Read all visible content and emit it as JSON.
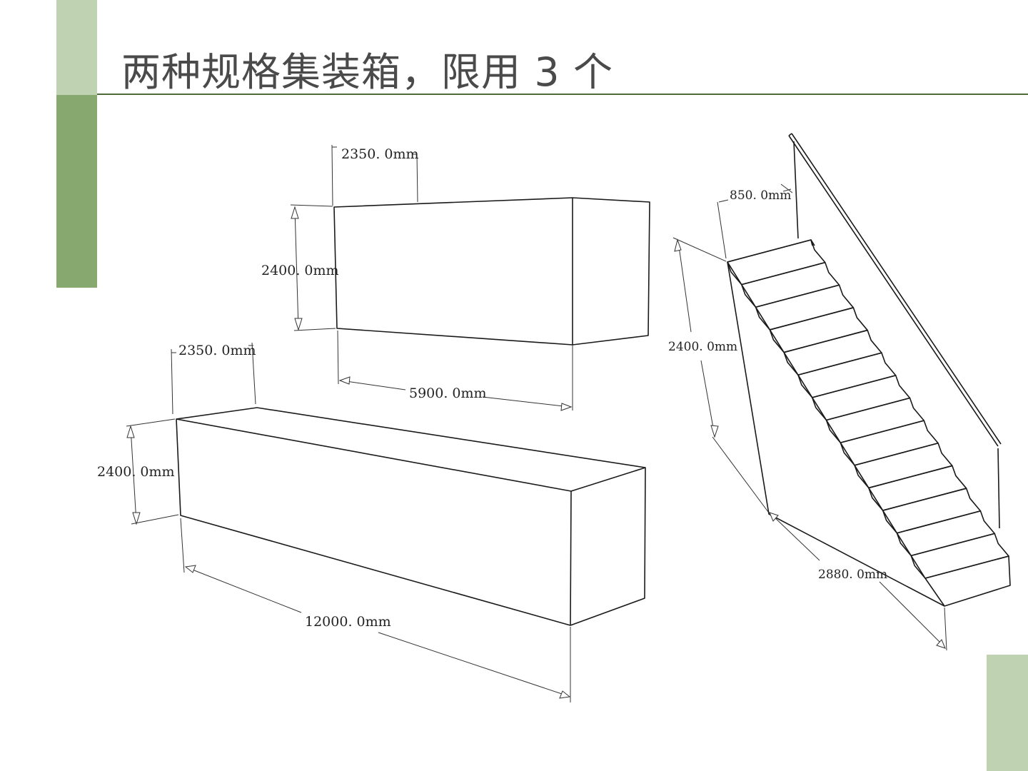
{
  "slide": {
    "title": "两种规格集装箱，限用 3 个"
  },
  "small_container": {
    "depth_label": "2350. 0mm",
    "height_label": "2400. 0mm",
    "length_label": "5900. 0mm"
  },
  "large_container": {
    "depth_label": "2350. 0mm",
    "height_label": "2400. 0mm",
    "length_label": "12000. 0mm"
  },
  "staircase": {
    "width_label": "850. 0mm",
    "height_label": "2400. 0mm",
    "run_label": "2880. 0mm"
  },
  "colors": {
    "accent_light": "#bfd2b2",
    "accent_dark": "#87a970",
    "rule": "#4f6b3a"
  }
}
